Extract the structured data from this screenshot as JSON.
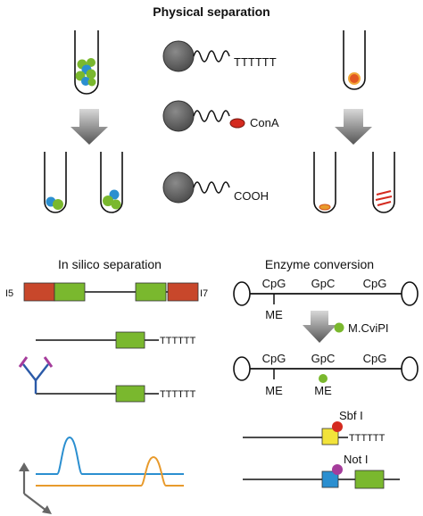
{
  "titles": {
    "physical": "Physical separation",
    "in_silico": "In silico separation",
    "enzyme": "Enzyme conversion"
  },
  "beads": {
    "polyT": "TTTTTT",
    "cona": "ConA",
    "cooh": "COOH"
  },
  "in_silico": {
    "left_end": "I5",
    "right_end": "I7",
    "polyT_1": "TTTTTT",
    "polyT_2": "TTTTTT"
  },
  "enzyme": {
    "site1": "CpG",
    "site2": "GpC",
    "site3": "CpG",
    "me": "ME",
    "enzyme_name": "M.CviPI",
    "site1b": "CpG",
    "site2b": "GpC",
    "site3b": "CpG",
    "me_b1": "ME",
    "me_b2": "ME",
    "sbf": "Sbf I",
    "polyT": "TTTTTT",
    "not": "Not I"
  },
  "colors": {
    "green": "#7ab82e",
    "blue": "#2b8fd0",
    "red": "#c8472b",
    "orange": "#e89a2c",
    "gray_bead": "#6b6b6b",
    "purple": "#a53c9b",
    "yellow": "#f2e33a"
  }
}
